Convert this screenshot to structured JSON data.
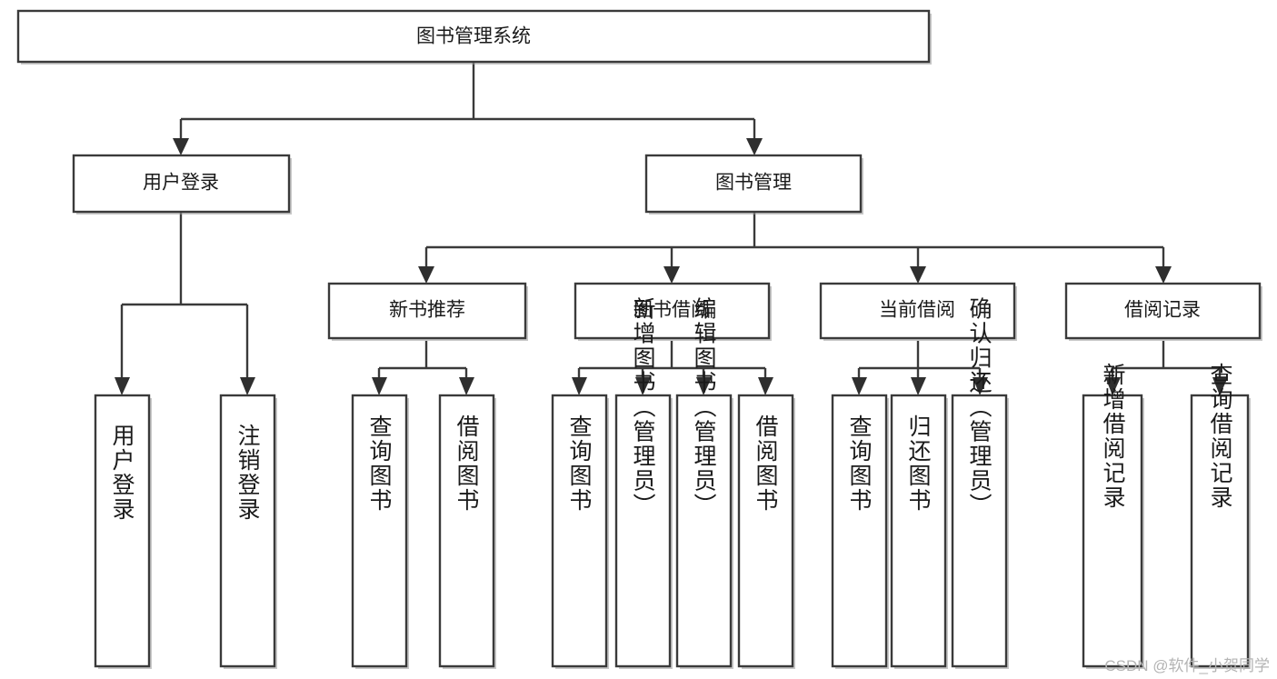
{
  "diagram": {
    "type": "hierarchy-tree",
    "title": "图书管理系统",
    "root": {
      "id": "root",
      "label": "图书管理系统",
      "orientation": "horizontal"
    },
    "level2": [
      {
        "id": "user-login",
        "label": "用户登录",
        "orientation": "horizontal"
      },
      {
        "id": "book-manage",
        "label": "图书管理",
        "orientation": "horizontal"
      }
    ],
    "level3": [
      {
        "id": "new-book-rec",
        "label": "新书推荐",
        "orientation": "horizontal",
        "parent": "book-manage"
      },
      {
        "id": "book-borrow",
        "label": "图书借阅",
        "orientation": "horizontal",
        "parent": "book-manage"
      },
      {
        "id": "current-borrow",
        "label": "当前借阅",
        "orientation": "horizontal",
        "parent": "book-manage"
      },
      {
        "id": "borrow-record",
        "label": "借阅记录",
        "orientation": "horizontal",
        "parent": "book-manage"
      }
    ],
    "leaves": [
      {
        "id": "leaf-user-login",
        "label": "用户登录",
        "orientation": "vertical",
        "parent": "user-login"
      },
      {
        "id": "leaf-user-logout",
        "label": "注销登录",
        "orientation": "vertical",
        "parent": "user-login"
      },
      {
        "id": "leaf-query-book-1",
        "label": "查询图书",
        "orientation": "vertical",
        "parent": "new-book-rec"
      },
      {
        "id": "leaf-borrow-book-1",
        "label": "借阅图书",
        "orientation": "vertical",
        "parent": "new-book-rec"
      },
      {
        "id": "leaf-query-book-2",
        "label": "查询图书",
        "orientation": "vertical",
        "parent": "book-borrow"
      },
      {
        "id": "leaf-add-book",
        "label": "新增图书（管理员）",
        "orientation": "vertical",
        "parent": "book-borrow"
      },
      {
        "id": "leaf-edit-book",
        "label": "编辑图书（管理员）",
        "orientation": "vertical",
        "parent": "book-borrow"
      },
      {
        "id": "leaf-borrow-book-2",
        "label": "借阅图书",
        "orientation": "vertical",
        "parent": "book-borrow"
      },
      {
        "id": "leaf-query-book-3",
        "label": "查询图书",
        "orientation": "vertical",
        "parent": "current-borrow"
      },
      {
        "id": "leaf-return-book",
        "label": "归还图书",
        "orientation": "vertical",
        "parent": "current-borrow"
      },
      {
        "id": "leaf-confirm-return",
        "label": "确认归还（管理员）",
        "orientation": "vertical",
        "parent": "current-borrow"
      },
      {
        "id": "leaf-add-record",
        "label": "新增借阅记录",
        "orientation": "vertical",
        "parent": "borrow-record"
      },
      {
        "id": "leaf-query-record",
        "label": "查询借阅记录",
        "orientation": "vertical",
        "parent": "borrow-record"
      }
    ],
    "colors": {
      "box_fill": "#ffffff",
      "box_stroke": "#3a3a3a",
      "connector": "#3a3a3a",
      "text": "#1a1a1a",
      "watermark": "#b4b4b4",
      "background": "#ffffff"
    }
  },
  "watermark": {
    "text": "CSDN @软件_小贺同学"
  }
}
